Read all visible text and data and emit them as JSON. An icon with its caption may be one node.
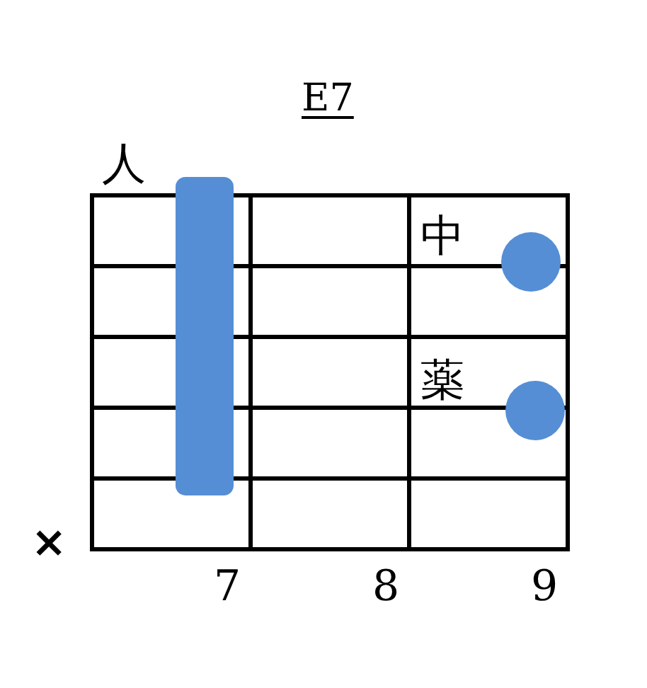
{
  "diagram": {
    "title": "E7",
    "nodes": [
      {
        "text": [],
        "shape": "bar",
        "beside": [
          "人"
        ]
      },
      {
        "text": [],
        "shape": "circle",
        "beside": [
          "中"
        ]
      },
      {
        "text": [],
        "shape": "circle",
        "beside": [
          "薬"
        ]
      }
    ],
    "edges": [],
    "labels": [
      "×",
      "7",
      "8",
      "9"
    ]
  }
}
